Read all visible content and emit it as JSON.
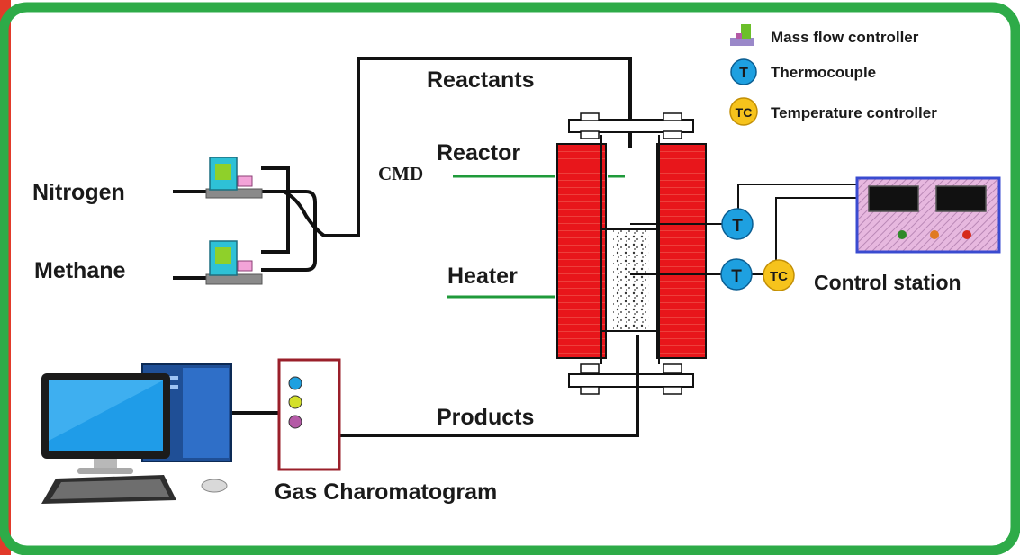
{
  "legend": {
    "mfc": "Mass flow controller",
    "thermocouple": "Thermocouple",
    "tc": "Temperature controller",
    "t_symbol": "T",
    "tc_symbol": "TC"
  },
  "labels": {
    "nitrogen": "Nitrogen",
    "methane": "Methane",
    "reactants": "Reactants",
    "reactor": "Reactor",
    "cmd": "CMD",
    "heater": "Heater",
    "control_station": "Control station",
    "products": "Products",
    "gas_chromatogram": "Gas Charomatogram"
  },
  "colors": {
    "frame_green": "#2eab48",
    "frame_red": "#e23a2a",
    "heater_red": "#e8161b",
    "thermo_blue": "#1ea0e0",
    "tc_yellow": "#f6c31c",
    "control_panel": "#d9a6d0",
    "control_border": "#3a4bd0",
    "gc_border": "#9a1f2a"
  }
}
